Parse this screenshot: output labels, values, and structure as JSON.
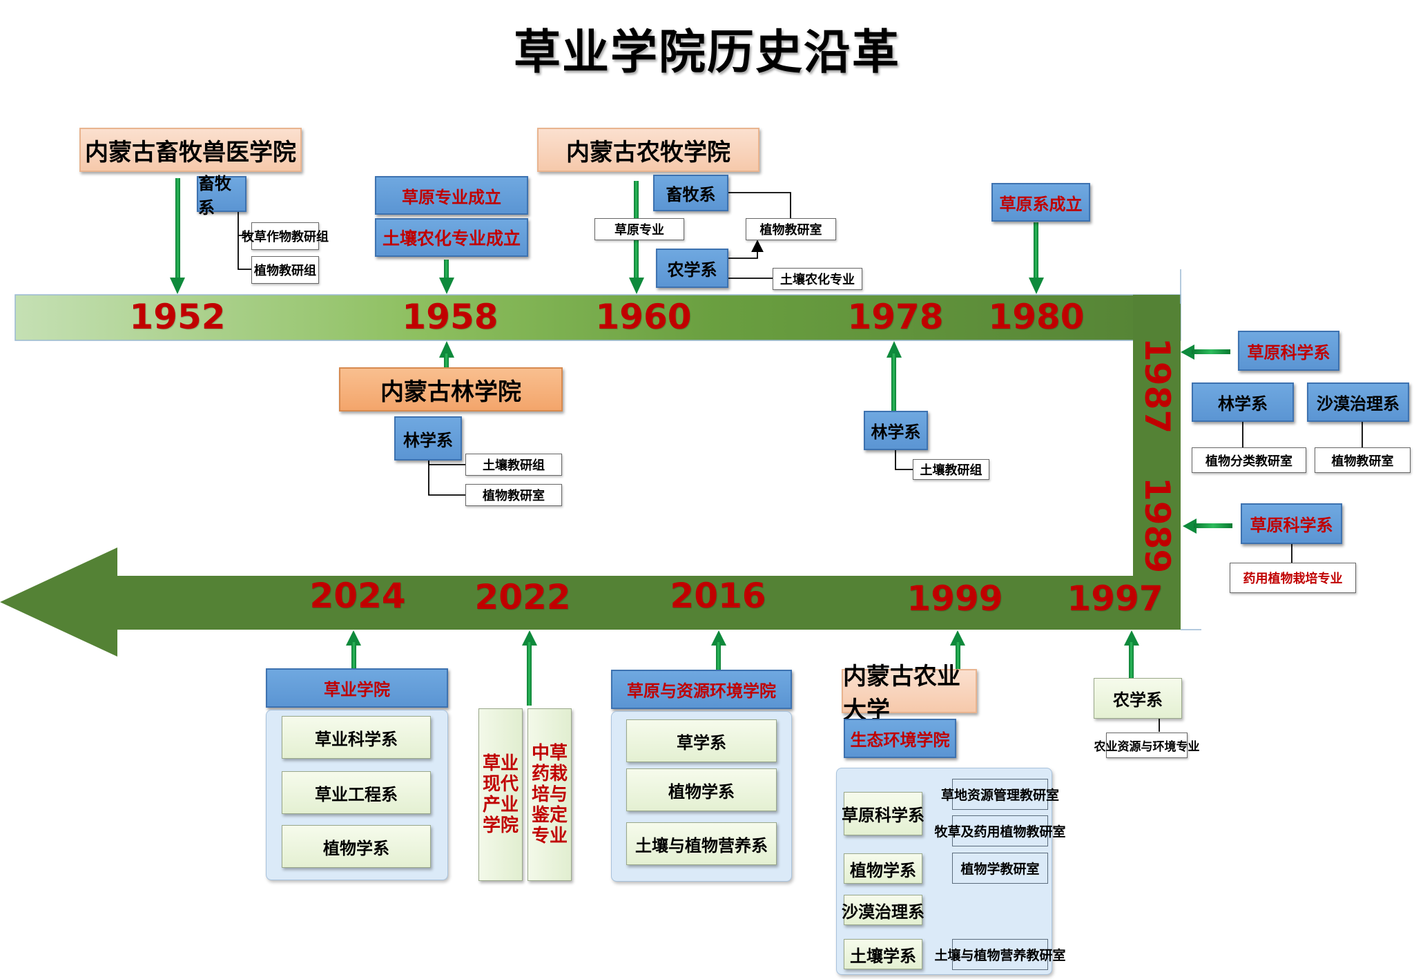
{
  "title": "草业学院历史沿革",
  "years": {
    "y1952": "1952",
    "y1958": "1958",
    "y1960": "1960",
    "y1978": "1978",
    "y1980": "1980",
    "y1987": "1987",
    "y1989": "1989",
    "y1997": "1997",
    "y1999": "1999",
    "y2016": "2016",
    "y2022": "2022",
    "y2024": "2024"
  },
  "e1952": {
    "institution": "内蒙古畜牧兽医学院",
    "department": "畜牧系",
    "groups": [
      "牧草作物教研组",
      "植物教研组"
    ]
  },
  "e1958": {
    "events": [
      "草原专业成立",
      "土壤农化专业成立"
    ],
    "institution": "内蒙古林学院",
    "department": "林学系",
    "groups": [
      "土壤教研组",
      "植物教研室"
    ]
  },
  "e1960": {
    "institution": "内蒙古农牧学院",
    "dept_animal": "畜牧系",
    "dept_agri": "农学系",
    "major_grassland": "草原专业",
    "lab_plant": "植物教研室",
    "major_soil": "土壤农化专业"
  },
  "e1978": {
    "department": "林学系",
    "group": "土壤教研组"
  },
  "e1980": {
    "event": "草原系成立"
  },
  "e1987": {
    "department": "草原科学系",
    "sub_departments": [
      {
        "name": "林学系",
        "lab": "植物分类教研室"
      },
      {
        "name": "沙漠治理系",
        "lab": "植物教研室"
      }
    ]
  },
  "e1989": {
    "department": "草原科学系",
    "major": "药用植物栽培专业"
  },
  "e1997": {
    "department": "农学系",
    "major": "农业资源与环境专业"
  },
  "e1999": {
    "institution": "内蒙古农业大学",
    "college": "生态环境学院",
    "departments": [
      "草原科学系",
      "植物学系",
      "沙漠治理系",
      "土壤学系"
    ],
    "labs": [
      "草地资源管理教研室",
      "牧草及药用植物教研室",
      "植物学教研室",
      "土壤与植物营养教研室"
    ]
  },
  "e2016": {
    "college": "草原与资源环境学院",
    "departments": [
      "草学系",
      "植物学系",
      "土壤与植物营养系"
    ]
  },
  "e2022": {
    "items": [
      "草业现代产业学院",
      "中草药栽培与鉴定专业"
    ]
  },
  "e2024": {
    "college": "草业学院",
    "departments": [
      "草业科学系",
      "草业工程系",
      "植物学系"
    ]
  },
  "colors": {
    "timeline_green": "#548235",
    "timeline_light": "#c5e0b4",
    "year_red": "#c00000",
    "arrow_green": "#0e8a3c",
    "blue_box": "#5b9bd5",
    "peach_box": "#f8cbad",
    "orange_box": "#f4b183",
    "light_green_box": "#e2f0d9",
    "panel_blue": "#dbeaf8"
  }
}
